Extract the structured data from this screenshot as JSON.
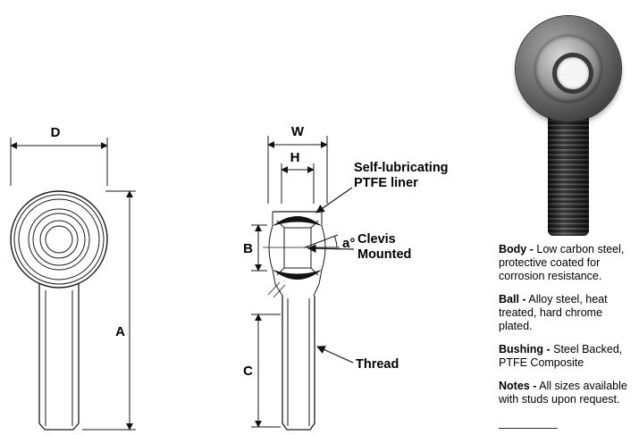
{
  "figure": {
    "type": "technical-diagram",
    "subject": "Rod end bearing dimensional drawing with product photo"
  },
  "labels": {
    "dim_d": "D",
    "dim_a": "A",
    "dim_w": "W",
    "dim_h": "H",
    "dim_b": "B",
    "dim_c": "C",
    "dim_angle": "a°"
  },
  "annotations": {
    "liner_line1": "Self-lubricating",
    "liner_line2": "PTFE liner",
    "clevis_line1": "Clevis",
    "clevis_line2": "Mounted",
    "thread": "Thread"
  },
  "specs": [
    {
      "term": "Body -",
      "rest": "Low carbon steel, protective coated for corrosion resistance."
    },
    {
      "term": "Ball -",
      "rest": "Alloy steel, heat treated, hard chrome plated."
    },
    {
      "term": "Bushing -",
      "rest": "Steel Backed, PTFE Composite"
    },
    {
      "term": "Notes -",
      "rest": "All sizes available with studs upon request."
    }
  ]
}
